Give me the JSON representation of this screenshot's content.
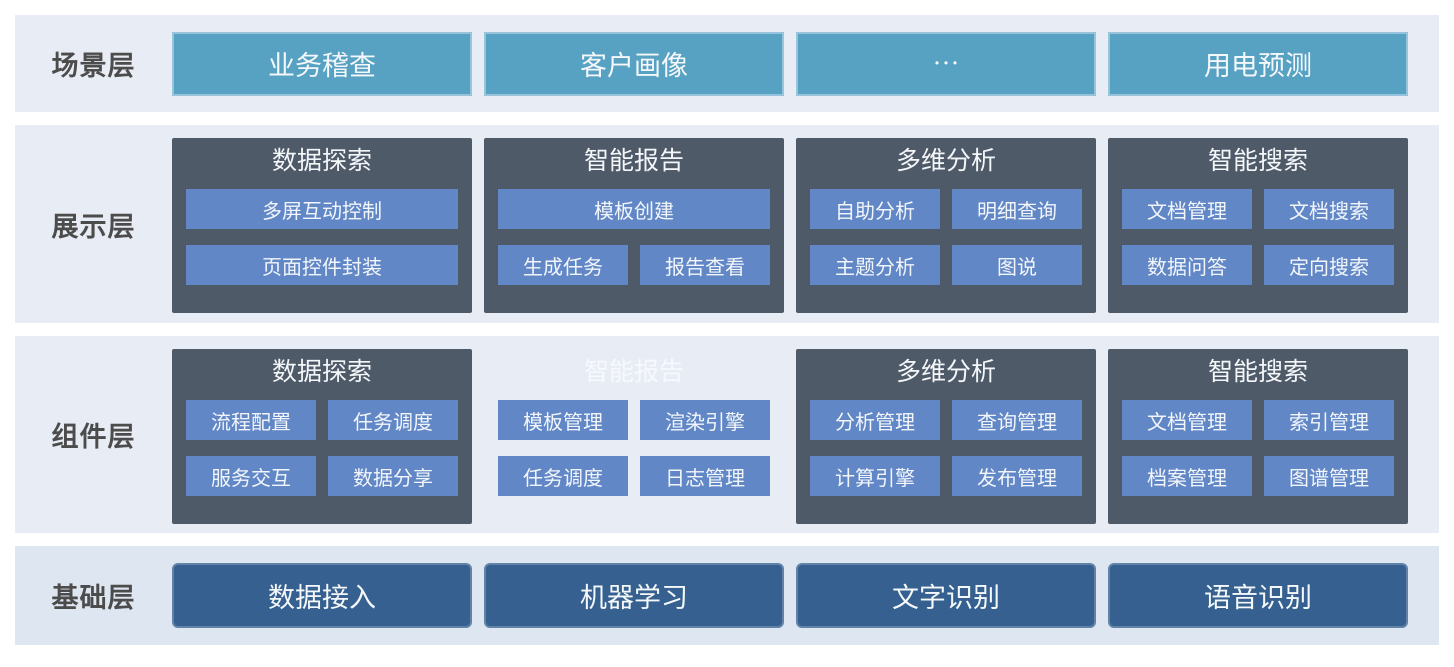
{
  "colors": {
    "band_bg": "#e8edf5",
    "foundation_band_bg": "#dde6f1",
    "scene_button_bg": "#57a1c3",
    "card_bg": "#4f5a68",
    "item_bg": "#6287c6",
    "foundation_button_bg": "#35608f",
    "layer_label_text": "#4c4c4c",
    "button_text": "#f4f8fa"
  },
  "layers": {
    "scene": {
      "label": "场景层",
      "buttons": [
        "业务稽查",
        "客户画像",
        "···",
        "用电预测"
      ]
    },
    "display": {
      "label": "展示层",
      "cards": [
        {
          "title": "数据探索",
          "items": [
            "多屏互动控制",
            "页面控件封装"
          ]
        },
        {
          "title": "智能报告",
          "items": [
            "模板创建",
            "生成任务",
            "报告查看"
          ]
        },
        {
          "title": "多维分析",
          "items": [
            "自助分析",
            "明细查询",
            "主题分析",
            "图说"
          ]
        },
        {
          "title": "智能搜索",
          "items": [
            "文档管理",
            "文档搜索",
            "数据问答",
            "定向搜索"
          ]
        }
      ]
    },
    "component": {
      "label": "组件层",
      "cards": [
        {
          "title": "数据探索",
          "items": [
            "流程配置",
            "任务调度",
            "服务交互",
            "数据分享"
          ]
        },
        {
          "title": "智能报告",
          "items": [
            "模板管理",
            "渲染引擎",
            "任务调度",
            "日志管理"
          ]
        },
        {
          "title": "多维分析",
          "items": [
            "分析管理",
            "查询管理",
            "计算引擎",
            "发布管理"
          ]
        },
        {
          "title": "智能搜索",
          "items": [
            "文档管理",
            "索引管理",
            "档案管理",
            "图谱管理"
          ]
        }
      ]
    },
    "foundation": {
      "label": "基础层",
      "buttons": [
        "数据接入",
        "机器学习",
        "文字识别",
        "语音识别"
      ]
    }
  }
}
